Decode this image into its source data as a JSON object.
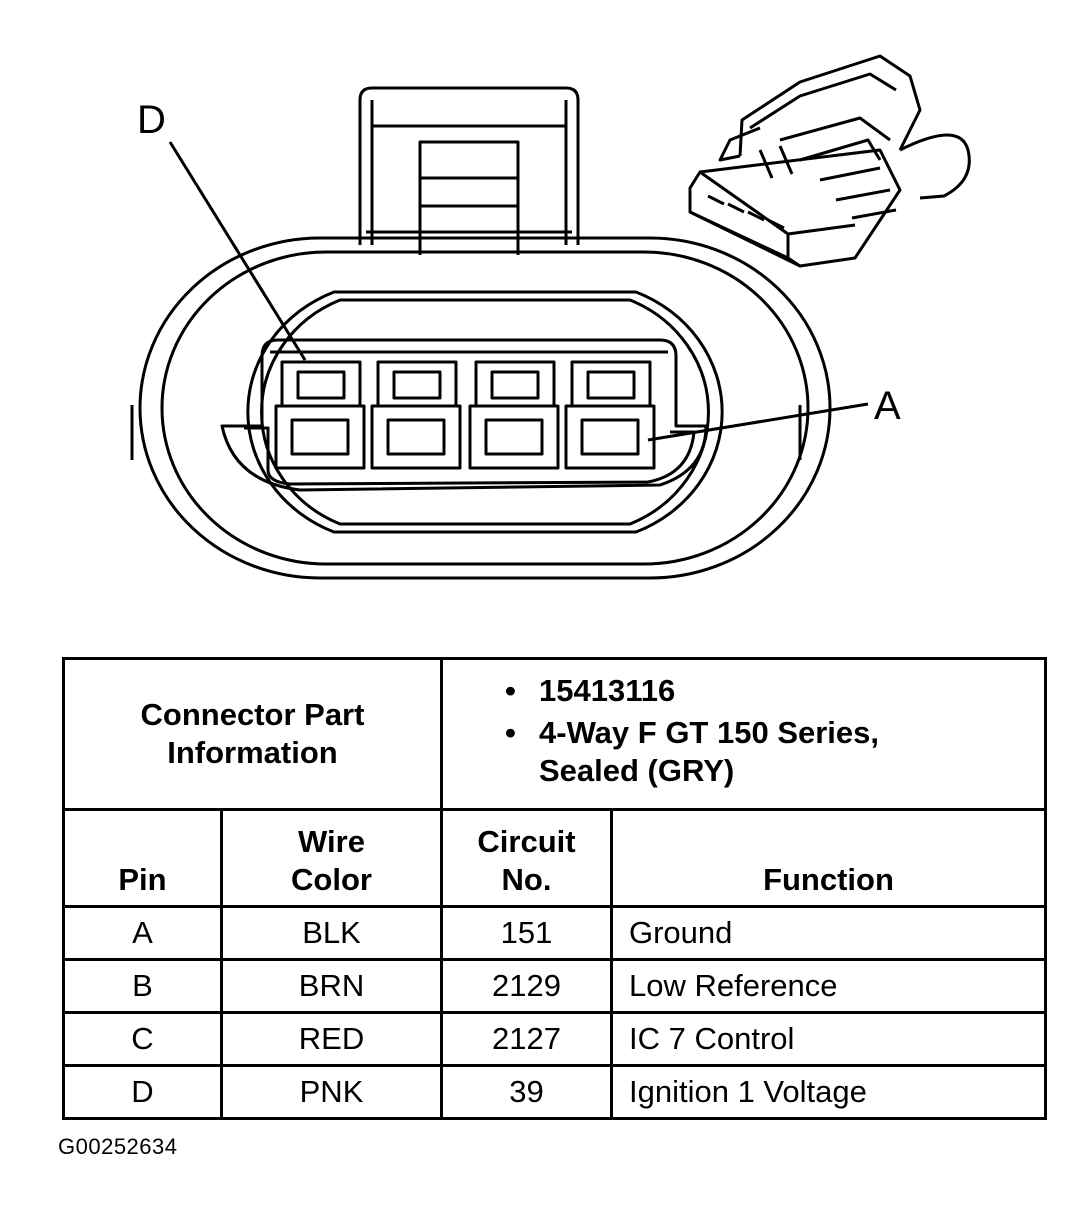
{
  "callouts": {
    "pin_d": "D",
    "pin_a": "A"
  },
  "info": {
    "header": "Connector Part Information",
    "items": [
      "15413116",
      "4-Way F GT 150 Series, Sealed (GRY)"
    ]
  },
  "columns": {
    "pin": "Pin",
    "wire_color": [
      "Wire",
      "Color"
    ],
    "circuit": [
      "Circuit",
      "No."
    ],
    "function": "Function"
  },
  "rows": [
    {
      "pin": "A",
      "color": "BLK",
      "circuit": "151",
      "function": "Ground"
    },
    {
      "pin": "B",
      "color": "BRN",
      "circuit": "2129",
      "function": "Low Reference"
    },
    {
      "pin": "C",
      "color": "RED",
      "circuit": "2127",
      "function": "IC 7 Control"
    },
    {
      "pin": "D",
      "color": "PNK",
      "circuit": "39",
      "function": "Ignition 1 Voltage"
    }
  ],
  "figure_id": "G00252634"
}
